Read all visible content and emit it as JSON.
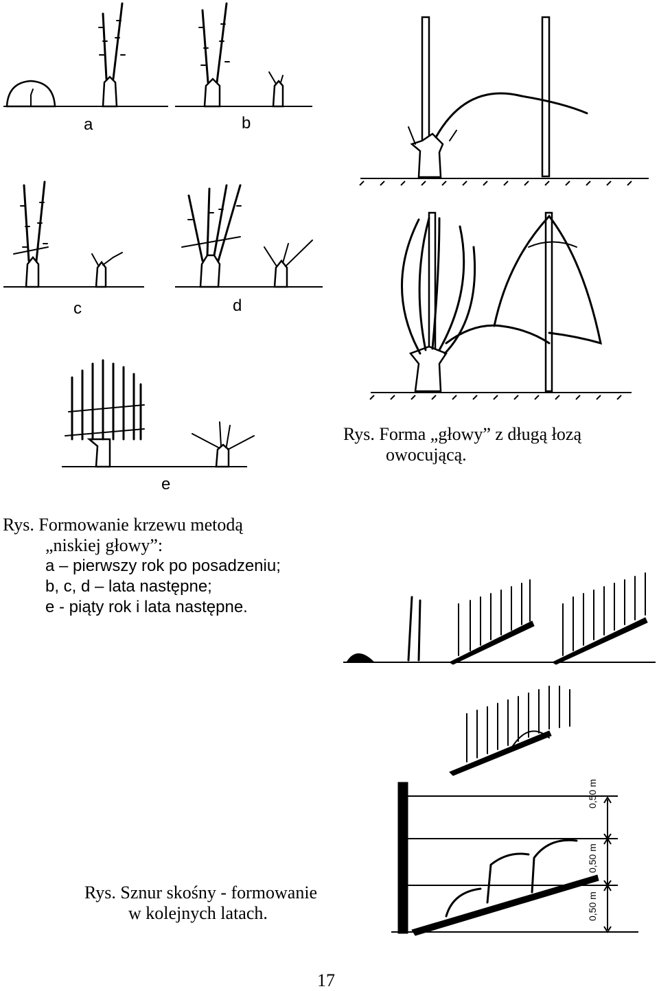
{
  "figure_letters": {
    "a": "a",
    "b": "b",
    "c": "c",
    "d": "d",
    "e": "e"
  },
  "caption_head_form": {
    "line1": "Rys. Forma „głowy” z długą łozą",
    "line2": "owocującą."
  },
  "caption_low_head": {
    "line1": "Rys. Formowanie krzewu metodą",
    "line2": "„niskiej głowy”:",
    "line3": "a – pierwszy rok po posadzeniu;",
    "line4": "b, c, d – lata następne;",
    "line5": "e - piąty rok i lata następne."
  },
  "caption_cordon": {
    "line1": "Rys. Sznur skośny - formowanie",
    "line2": "w kolejnych latach."
  },
  "wire_spacing_labels": [
    "0,50 m",
    "0,50 m",
    "0,50 m"
  ],
  "page_number": "17"
}
